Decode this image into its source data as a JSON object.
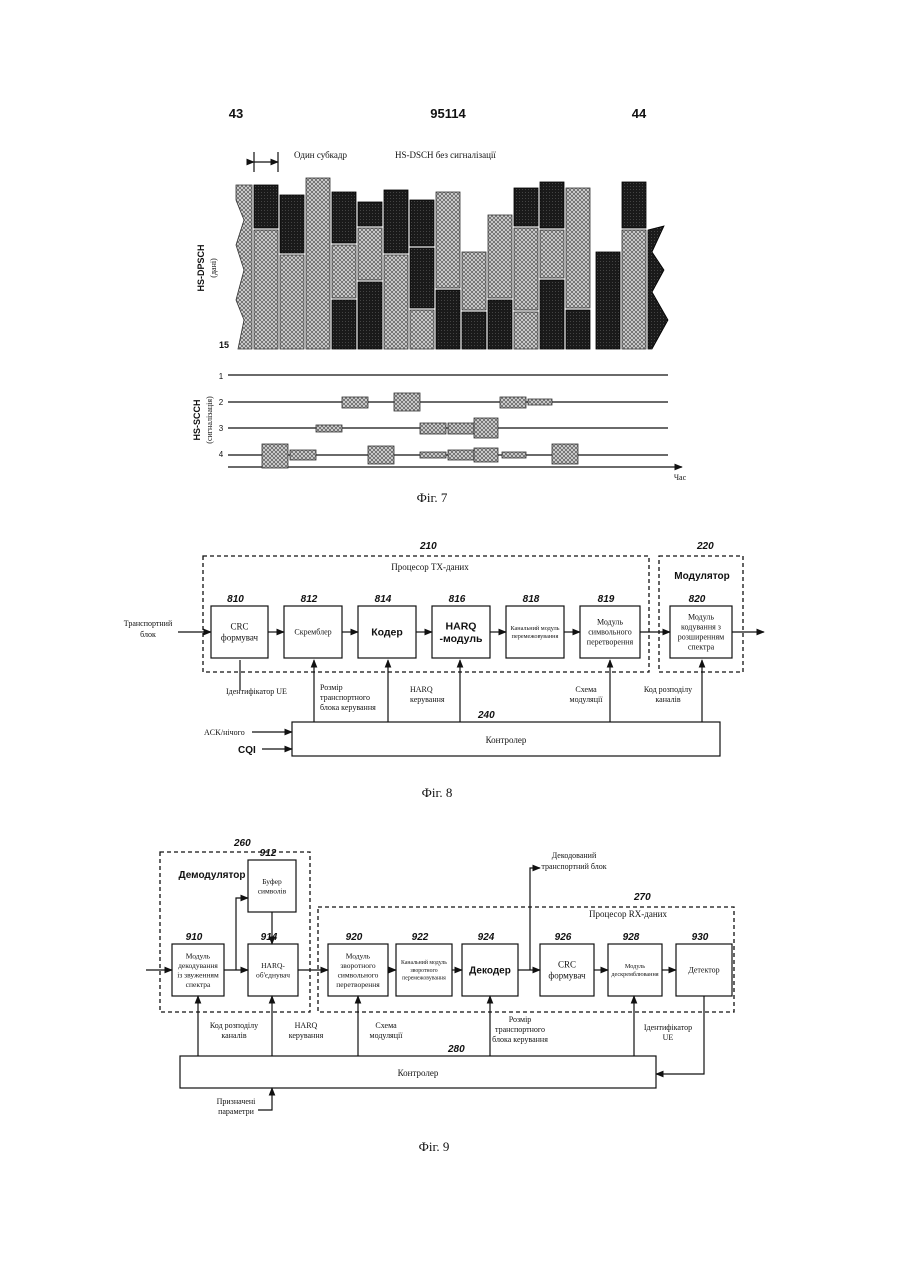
{
  "header": {
    "left": "43",
    "center": "95114",
    "right": "44"
  },
  "fig7": {
    "subframe_label": "Один субкадр",
    "title": "HS-DSCH без сигналізації",
    "dsch_axis": "HS-DPSCH",
    "dsch_axis_sub": "(дані)",
    "dsch_bottom": "15",
    "scch_axis": "HS-SCCH",
    "scch_axis_sub": "(сигналізація)",
    "scch_lines": [
      "1",
      "2",
      "3",
      "4"
    ],
    "time_label": "Час",
    "caption": "Фіг. 7"
  },
  "fig8": {
    "input": [
      "Транспортний",
      "блок"
    ],
    "tx_num": "210",
    "tx_title": "Процесор TX-даних",
    "mod_num": "220",
    "mod_title": "Модулятор",
    "blocks": [
      {
        "num": "810",
        "lines": [
          "CRC",
          "формувач"
        ]
      },
      {
        "num": "812",
        "lines": [
          "Скремблер"
        ]
      },
      {
        "num": "814",
        "lines": [
          "Кодер"
        ]
      },
      {
        "num": "816",
        "lines": [
          "HARQ",
          "-модуль"
        ]
      },
      {
        "num": "818",
        "lines": [
          "Канальний модуль",
          "перемежовування"
        ]
      },
      {
        "num": "819",
        "lines": [
          "Модуль",
          "символьного",
          "перетворення"
        ]
      },
      {
        "num": "820",
        "lines": [
          "Модуль",
          "кодування з",
          "розширенням",
          "спектра"
        ]
      }
    ],
    "ctrl_labels": {
      "ue_id": "Ідентифікатор UE",
      "size": [
        "Розмір",
        "транспортного",
        "блока керування"
      ],
      "harq": [
        "HARQ",
        "керування"
      ],
      "scheme": [
        "Схема",
        "модуляції"
      ],
      "code": [
        "Код розподілу",
        "каналів"
      ]
    },
    "ctrl_num": "240",
    "controller": "Контролер",
    "ack": "ACK/нічого",
    "cqi": "CQI",
    "caption": "Фіг. 8"
  },
  "fig9": {
    "demod_num": "260",
    "demod_title": "Демодулятор",
    "rx_num": "270",
    "rx_title": "Процесор RX-даних",
    "output": [
      "Декодований",
      "транспортний блок"
    ],
    "blocks": [
      {
        "num": "910",
        "lines": [
          "Модуль",
          "декодування",
          "із звуженням",
          "спектра"
        ]
      },
      {
        "num": "912",
        "lines": [
          "Буфер",
          "символів"
        ]
      },
      {
        "num": "914",
        "lines": [
          "HARQ-",
          "об'єднувач"
        ]
      },
      {
        "num": "920",
        "lines": [
          "Модуль",
          "зворотного",
          "символьного",
          "перетворення"
        ]
      },
      {
        "num": "922",
        "lines": [
          "Канальний модуль",
          "зворотного",
          "перемежовування"
        ]
      },
      {
        "num": "924",
        "lines": [
          "Декодер"
        ]
      },
      {
        "num": "926",
        "lines": [
          "CRC",
          "формувач"
        ]
      },
      {
        "num": "928",
        "lines": [
          "Модуль",
          "дескремблювання"
        ]
      },
      {
        "num": "930",
        "lines": [
          "Детектор"
        ]
      }
    ],
    "ctrl_labels": {
      "code": [
        "Код розподілу",
        "каналів"
      ],
      "harq": [
        "HARQ",
        "керування"
      ],
      "scheme": [
        "Схема",
        "модуляції"
      ],
      "size": [
        "Розмір",
        "транспортного",
        "блока керування"
      ],
      "ue_id": [
        "Ідентифікатор",
        "UE"
      ]
    },
    "ctrl_num": "280",
    "controller": "Контролер",
    "params": [
      "Призначені",
      "параметри"
    ],
    "caption": "Фіг. 9"
  }
}
